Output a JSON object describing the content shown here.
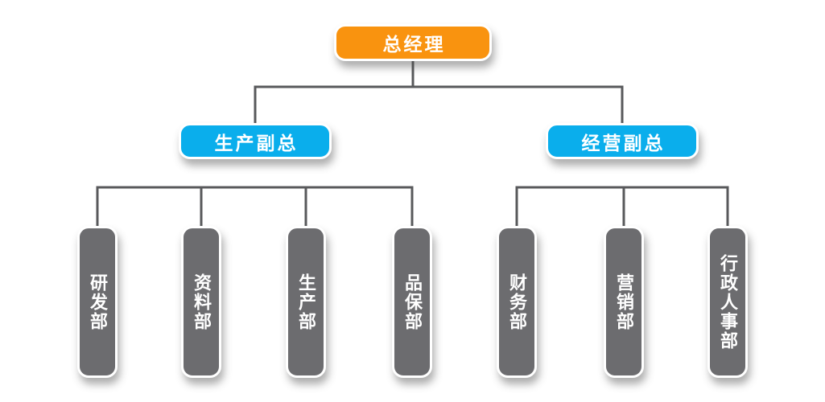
{
  "theme": {
    "background": "#FFFFFF",
    "root_color": "#F9930F",
    "vp_color": "#0AAEEC",
    "dept_color": "#6C6C6F",
    "line_color": "#58595B",
    "text_color": "#FFFFFF"
  },
  "org": {
    "root": "总经理",
    "branches": [
      {
        "manager": "生产副总",
        "departments": [
          "研发部",
          "资料部",
          "生产部",
          "品保部"
        ]
      },
      {
        "manager": "经营副总",
        "departments": [
          "财务部",
          "营销部",
          "行政人事部"
        ]
      }
    ]
  }
}
